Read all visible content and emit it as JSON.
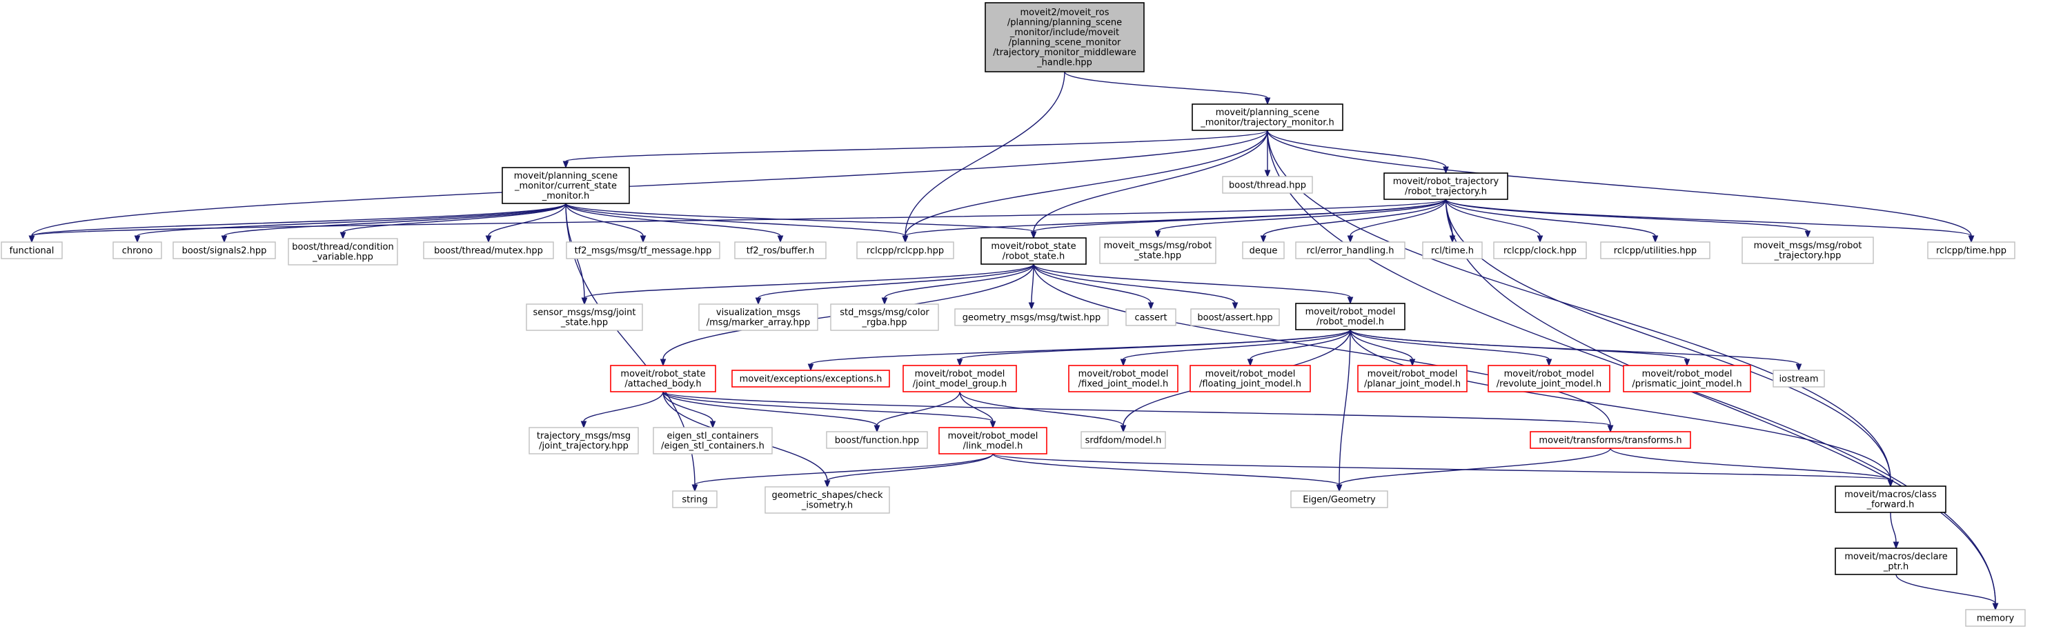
{
  "colors": {
    "edge": "#191970",
    "gray_border": "#bfbfbf",
    "red_border": "#ff0000",
    "black_border": "#000000",
    "root_fill": "#bfbfbf"
  },
  "nodes": {
    "root": {
      "style": "root",
      "lines": [
        "moveit2/moveit_ros",
        "/planning/planning_scene",
        "_monitor/include/moveit",
        "/planning_scene_monitor",
        "/trajectory_monitor_middleware",
        "_handle.hpp"
      ]
    },
    "tm": {
      "style": "black",
      "lines": [
        "moveit/planning_scene",
        "_monitor/trajectory_monitor.h"
      ]
    },
    "csm": {
      "style": "black",
      "lines": [
        "moveit/planning_scene",
        "_monitor/current_state",
        "_monitor.h"
      ]
    },
    "boostthread": {
      "style": "gray",
      "lines": [
        "boost/thread.hpp"
      ]
    },
    "rt": {
      "style": "black",
      "lines": [
        "moveit/robot_trajectory",
        "/robot_trajectory.h"
      ]
    },
    "functional": {
      "style": "gray",
      "lines": [
        "functional"
      ]
    },
    "chrono": {
      "style": "gray",
      "lines": [
        "chrono"
      ]
    },
    "signals2": {
      "style": "gray",
      "lines": [
        "boost/signals2.hpp"
      ]
    },
    "condvar": {
      "style": "gray",
      "lines": [
        "boost/thread/condition",
        "_variable.hpp"
      ]
    },
    "mutex": {
      "style": "gray",
      "lines": [
        "boost/thread/mutex.hpp"
      ]
    },
    "tfmsg": {
      "style": "gray",
      "lines": [
        "tf2_msgs/msg/tf_message.hpp"
      ]
    },
    "tfbuf": {
      "style": "gray",
      "lines": [
        "tf2_ros/buffer.h"
      ]
    },
    "rclcpp": {
      "style": "gray",
      "lines": [
        "rclcpp/rclcpp.hpp"
      ]
    },
    "rs": {
      "style": "black",
      "lines": [
        "moveit/robot_state",
        "/robot_state.h"
      ]
    },
    "msgrs": {
      "style": "gray",
      "lines": [
        "moveit_msgs/msg/robot",
        "_state.hpp"
      ]
    },
    "deque": {
      "style": "gray",
      "lines": [
        "deque"
      ]
    },
    "rclerr": {
      "style": "gray",
      "lines": [
        "rcl/error_handling.h"
      ]
    },
    "rcltime": {
      "style": "gray",
      "lines": [
        "rcl/time.h"
      ]
    },
    "clock": {
      "style": "gray",
      "lines": [
        "rclcpp/clock.hpp"
      ]
    },
    "utilities": {
      "style": "gray",
      "lines": [
        "rclcpp/utilities.hpp"
      ]
    },
    "msgrt": {
      "style": "gray",
      "lines": [
        "moveit_msgs/msg/robot",
        "_trajectory.hpp"
      ]
    },
    "rcltimehpp": {
      "style": "gray",
      "lines": [
        "rclcpp/time.hpp"
      ]
    },
    "sensor": {
      "style": "gray",
      "lines": [
        "sensor_msgs/msg/joint",
        "_state.hpp"
      ]
    },
    "vis": {
      "style": "gray",
      "lines": [
        "visualization_msgs",
        "/msg/marker_array.hpp"
      ]
    },
    "color": {
      "style": "gray",
      "lines": [
        "std_msgs/msg/color",
        "_rgba.hpp"
      ]
    },
    "twist": {
      "style": "gray",
      "lines": [
        "geometry_msgs/msg/twist.hpp"
      ]
    },
    "cassert": {
      "style": "gray",
      "lines": [
        "cassert"
      ]
    },
    "bassert": {
      "style": "gray",
      "lines": [
        "boost/assert.hpp"
      ]
    },
    "rm": {
      "style": "black",
      "lines": [
        "moveit/robot_model",
        "/robot_model.h"
      ]
    },
    "ab": {
      "style": "red",
      "lines": [
        "moveit/robot_state",
        "/attached_body.h"
      ]
    },
    "exc": {
      "style": "red",
      "lines": [
        "moveit/exceptions/exceptions.h"
      ]
    },
    "jmg": {
      "style": "red",
      "lines": [
        "moveit/robot_model",
        "/joint_model_group.h"
      ]
    },
    "fixed": {
      "style": "red",
      "lines": [
        "moveit/robot_model",
        "/fixed_joint_model.h"
      ]
    },
    "floating": {
      "style": "red",
      "lines": [
        "moveit/robot_model",
        "/floating_joint_model.h"
      ]
    },
    "planar": {
      "style": "red",
      "lines": [
        "moveit/robot_model",
        "/planar_joint_model.h"
      ]
    },
    "revolute": {
      "style": "red",
      "lines": [
        "moveit/robot_model",
        "/revolute_joint_model.h"
      ]
    },
    "prismatic": {
      "style": "red",
      "lines": [
        "moveit/robot_model",
        "/prismatic_joint_model.h"
      ]
    },
    "iostream": {
      "style": "gray",
      "lines": [
        "iostream"
      ]
    },
    "jtraj": {
      "style": "gray",
      "lines": [
        "trajectory_msgs/msg",
        "/joint_trajectory.hpp"
      ]
    },
    "eigenstl": {
      "style": "gray",
      "lines": [
        "eigen_stl_containers",
        "/eigen_stl_containers.h"
      ]
    },
    "bfunc": {
      "style": "gray",
      "lines": [
        "boost/function.hpp"
      ]
    },
    "lm": {
      "style": "red",
      "lines": [
        "moveit/robot_model",
        "/link_model.h"
      ]
    },
    "srdf": {
      "style": "gray",
      "lines": [
        "srdfdom/model.h"
      ]
    },
    "transforms": {
      "style": "red",
      "lines": [
        "moveit/transforms/transforms.h"
      ]
    },
    "string": {
      "style": "gray",
      "lines": [
        "string"
      ]
    },
    "geomshapes": {
      "style": "gray",
      "lines": [
        "geometric_shapes/check",
        "_isometry.h"
      ]
    },
    "eigengeo": {
      "style": "gray",
      "lines": [
        "Eigen/Geometry"
      ]
    },
    "classfwd": {
      "style": "black",
      "lines": [
        "moveit/macros/class",
        "_forward.h"
      ]
    },
    "declptr": {
      "style": "black",
      "lines": [
        "moveit/macros/declare",
        "_ptr.h"
      ]
    },
    "memory": {
      "style": "gray",
      "lines": [
        "memory"
      ]
    }
  }
}
